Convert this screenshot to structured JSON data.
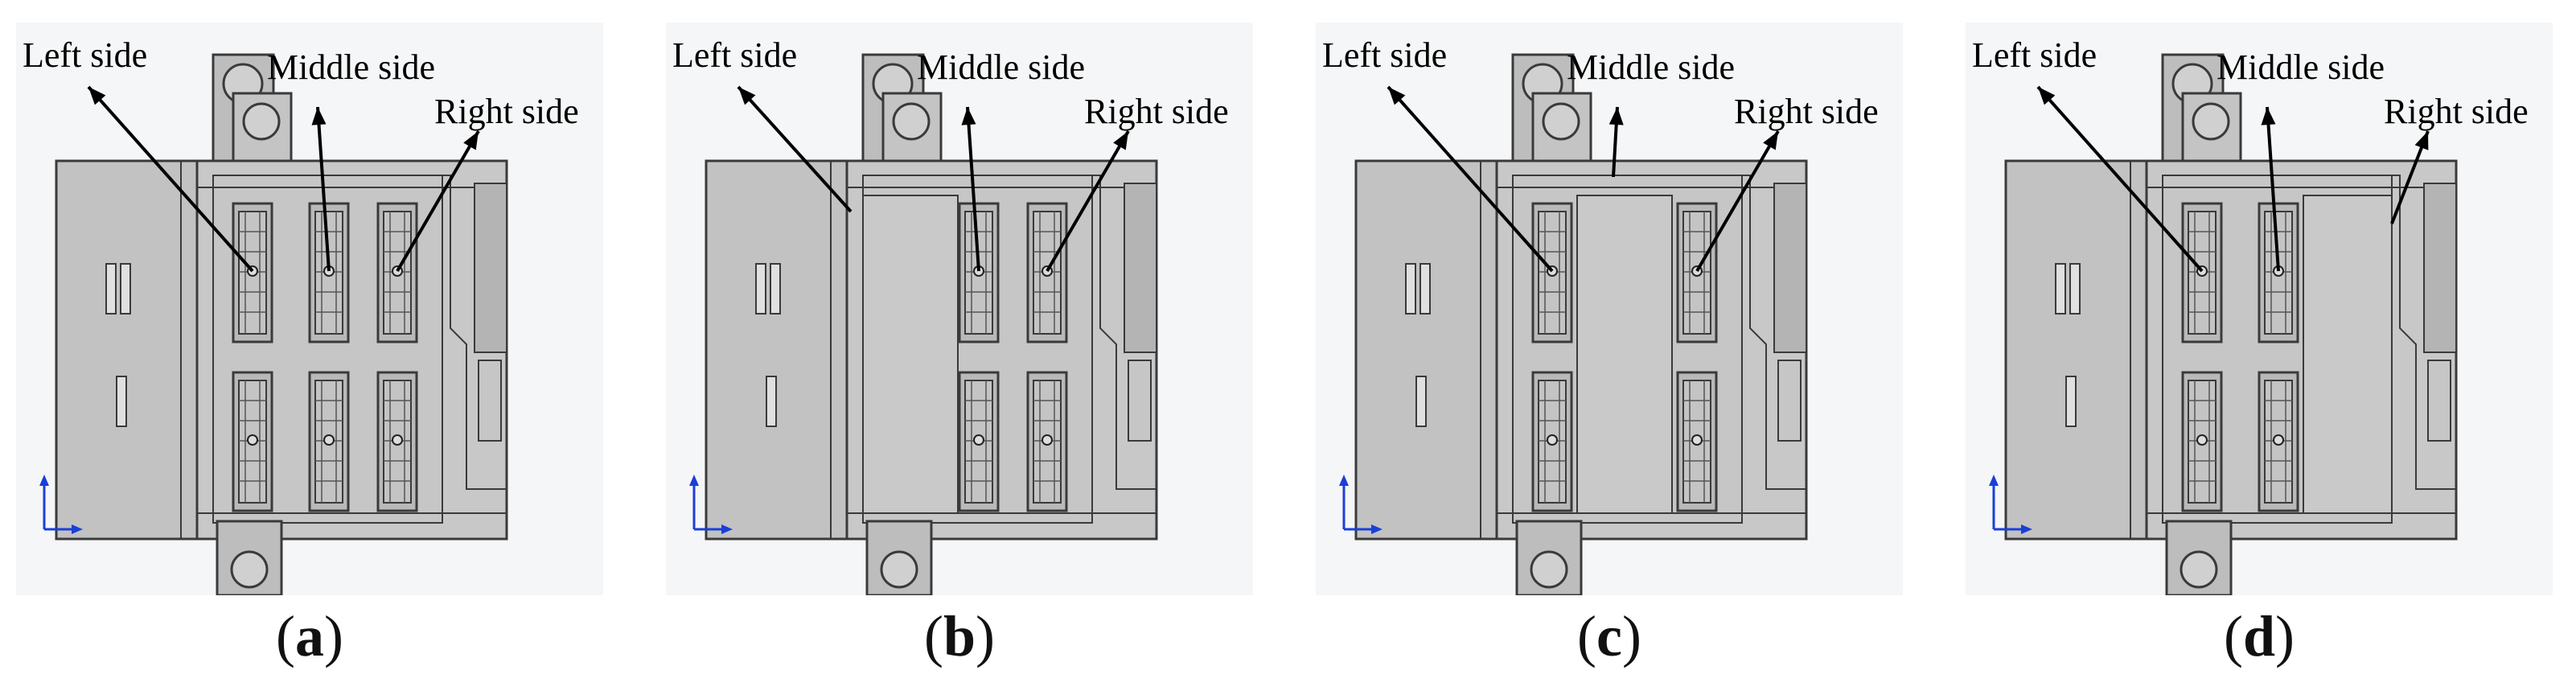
{
  "labels": {
    "left": "Left side",
    "middle": "Middle side",
    "right": "Right side"
  },
  "panels": [
    {
      "id": "a",
      "variant": "full",
      "caption_letter": "a"
    },
    {
      "id": "b",
      "variant": "right-only",
      "caption_letter": "b"
    },
    {
      "id": "c",
      "variant": "outer-only",
      "caption_letter": "c"
    },
    {
      "id": "d",
      "variant": "left-middle",
      "caption_letter": "d"
    }
  ],
  "colors": {
    "background": "#f5f6f7",
    "body_fill": "#c8c8c8",
    "frame_fill": "#bdbdbd",
    "outline": "#3a3a3a",
    "axis_blue": "#1a3fd8",
    "arrow": "#000000"
  }
}
